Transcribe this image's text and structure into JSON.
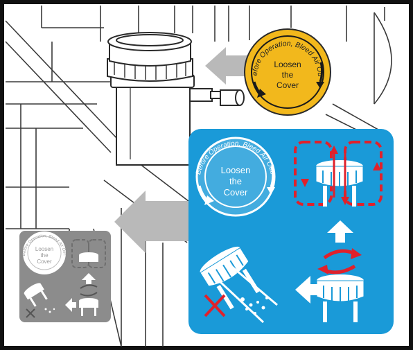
{
  "yellow_sticker": {
    "arc_text": "Before Operation, Bleed Air Out.",
    "center_line1": "Loosen",
    "center_line2": "the",
    "center_line3": "Cover",
    "color": "#f2b81c"
  },
  "blue_panel": {
    "arc_text": "Before Operation, Bleed Air Out.",
    "center_line1": "Loosen",
    "center_line2": "the",
    "center_line3": "Cover",
    "color": "#1a9ad8"
  },
  "small_panel": {
    "arc_text": "Before Operation, Bleed Air Out.",
    "center_line1": "Loosen",
    "center_line2": "the",
    "center_line3": "Cover",
    "color": "#8c8c8c"
  },
  "colors": {
    "frame": "#111111",
    "arrow_gray": "#b9b9b9",
    "red": "#e0212b"
  }
}
